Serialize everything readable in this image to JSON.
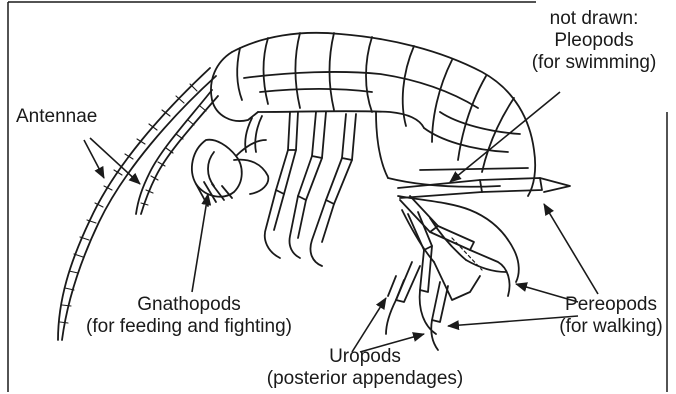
{
  "labels": {
    "antennae": "Antennae",
    "pleopods": {
      "line1": "not drawn:",
      "line2": "Pleopods",
      "line3": "(for swimming)"
    },
    "gnathopods": {
      "line1": "Gnathopods",
      "line2": "(for feeding and fighting)"
    },
    "pereopods": {
      "line1": "Pereopods",
      "line2": "(for walking)"
    },
    "uropods": {
      "line1": "Uropods",
      "line2": "(posterior appendages)"
    }
  },
  "colors": {
    "ink": "#1a1a1a",
    "background": "#ffffff"
  }
}
